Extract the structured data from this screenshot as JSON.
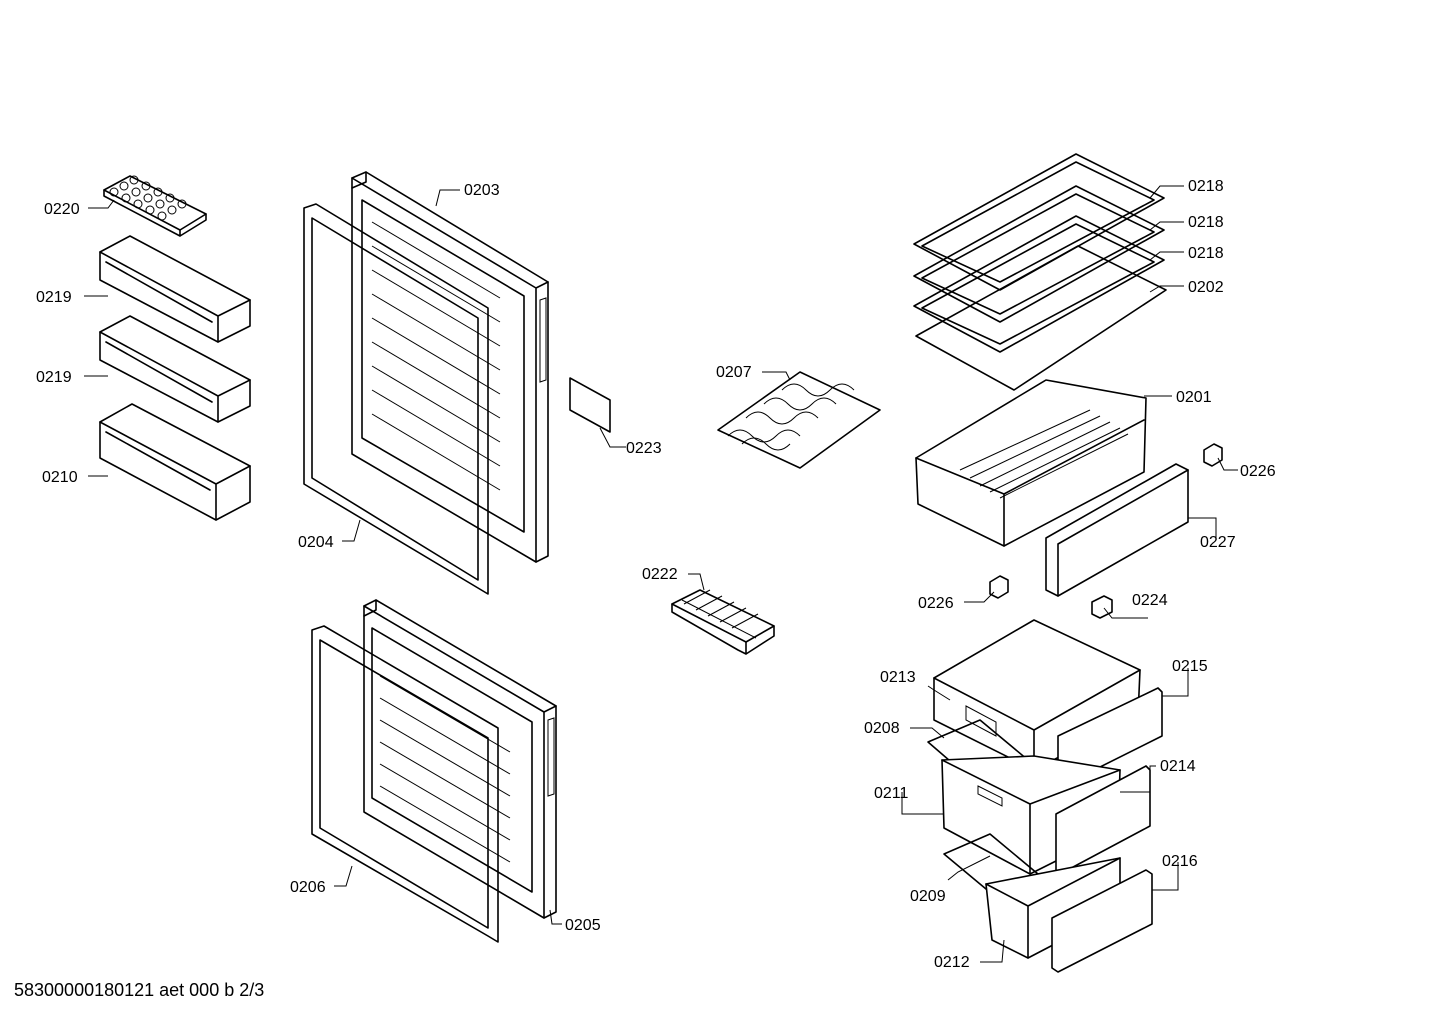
{
  "labels": {
    "p0220": "0220",
    "p0219a": "0219",
    "p0219b": "0219",
    "p0210": "0210",
    "p0203": "0203",
    "p0204": "0204",
    "p0223": "0223",
    "p0206": "0206",
    "p0205": "0205",
    "p0207": "0207",
    "p0222": "0222",
    "p0218a": "0218",
    "p0218b": "0218",
    "p0218c": "0218",
    "p0202": "0202",
    "p0201": "0201",
    "p0226a": "0226",
    "p0227": "0227",
    "p0226b": "0226",
    "p0224": "0224",
    "p0213": "0213",
    "p0215": "0215",
    "p0208": "0208",
    "p0214": "0214",
    "p0211": "0211",
    "p0216": "0216",
    "p0209": "0209",
    "p0212": "0212"
  },
  "footer": "58300000180121 aet 000 b 2/3"
}
